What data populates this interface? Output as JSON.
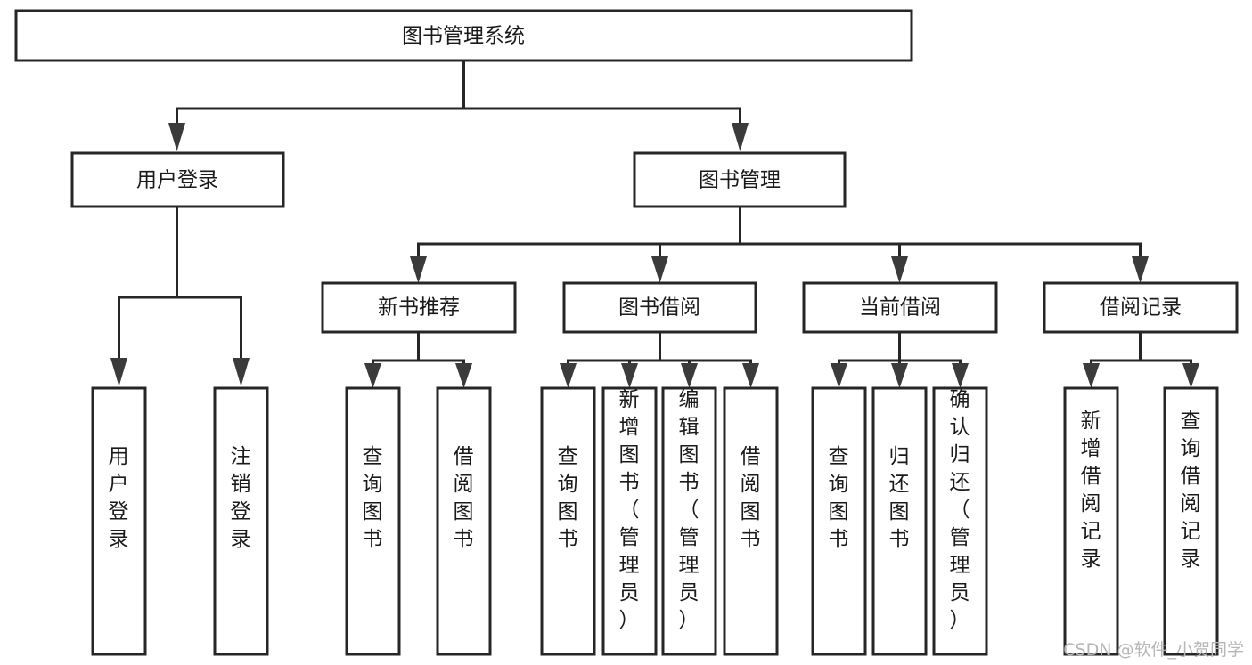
{
  "diagram": {
    "title": "图书管理系统",
    "type": "tree-hierarchy-chart",
    "root": {
      "id": "root",
      "label": "图书管理系统",
      "orientation": "horizontal"
    },
    "level1": [
      {
        "id": "user-login",
        "label": "用户登录",
        "orientation": "horizontal"
      },
      {
        "id": "book-manage",
        "label": "图书管理",
        "orientation": "horizontal"
      }
    ],
    "level2": [
      {
        "id": "new-book-recommend",
        "label": "新书推荐",
        "orientation": "horizontal",
        "parent": "book-manage"
      },
      {
        "id": "book-borrow",
        "label": "图书借阅",
        "orientation": "horizontal",
        "parent": "book-manage"
      },
      {
        "id": "current-borrow",
        "label": "当前借阅",
        "orientation": "horizontal",
        "parent": "book-manage"
      },
      {
        "id": "borrow-record",
        "label": "借阅记录",
        "orientation": "horizontal",
        "parent": "book-manage"
      }
    ],
    "leaves": {
      "user-login": [
        {
          "id": "leaf-user-login",
          "label": "用户登录",
          "orientation": "vertical"
        },
        {
          "id": "leaf-user-logout",
          "label": "注销登录",
          "orientation": "vertical"
        }
      ],
      "new-book-recommend": [
        {
          "id": "leaf-query-book-1",
          "label": "查询图书",
          "orientation": "vertical"
        },
        {
          "id": "leaf-borrow-book-1",
          "label": "借阅图书",
          "orientation": "vertical"
        }
      ],
      "book-borrow": [
        {
          "id": "leaf-query-book-2",
          "label": "查询图书",
          "orientation": "vertical"
        },
        {
          "id": "leaf-add-book",
          "label": "新增图书（管理员）",
          "orientation": "vertical"
        },
        {
          "id": "leaf-edit-book",
          "label": "编辑图书（管理员）",
          "orientation": "vertical"
        },
        {
          "id": "leaf-borrow-book-2",
          "label": "借阅图书",
          "orientation": "vertical"
        }
      ],
      "current-borrow": [
        {
          "id": "leaf-query-book-3",
          "label": "查询图书",
          "orientation": "vertical"
        },
        {
          "id": "leaf-return-book",
          "label": "归还图书",
          "orientation": "vertical"
        },
        {
          "id": "leaf-confirm-return",
          "label": "确认归还（管理员）",
          "orientation": "vertical"
        }
      ],
      "borrow-record": [
        {
          "id": "leaf-add-record",
          "label": "新增借阅记录",
          "orientation": "vertical"
        },
        {
          "id": "leaf-query-record",
          "label": "查询借阅记录",
          "orientation": "vertical"
        }
      ]
    },
    "colors": {
      "box_fill": "#ffffff",
      "box_stroke": "#262626",
      "connector": "#262626",
      "text": "#1a1a1a",
      "background": "#ffffff",
      "watermark": "#b6b6b6"
    }
  },
  "watermark": {
    "label": "CSDN @软件_小贺同学"
  }
}
